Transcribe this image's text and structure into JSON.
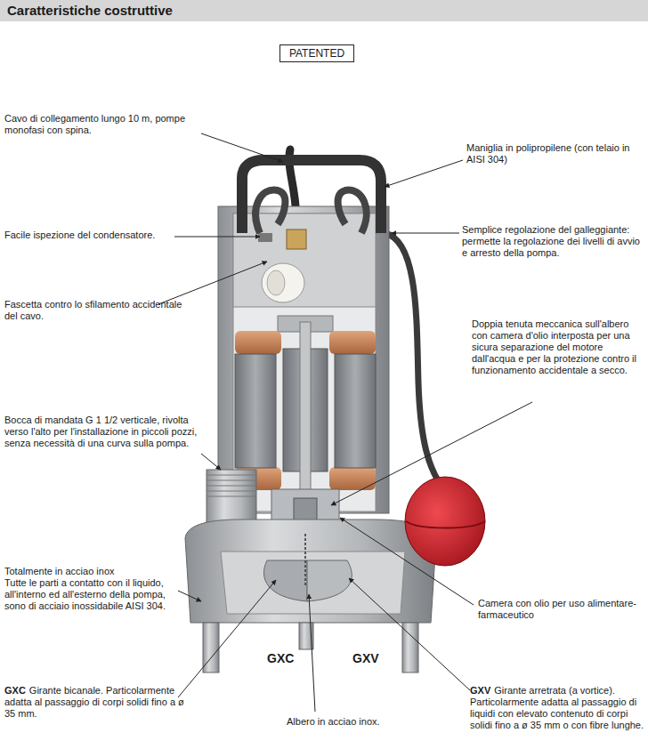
{
  "diagram": {
    "title": "Caratteristiche costruttive",
    "nodes": [
      {
        "text": [
          "PATENTED"
        ]
      }
    ],
    "labels": [
      "Cavo di collegamento lungo 10 m, pompe monofasi con spina.",
      "Maniglia in polipropilene (con telaio in AISI 304)",
      "Facile ispezione del condensatore.",
      "Semplice regolazione del galleggiante: permette la regolazione dei livelli di avvio e arresto della pompa.",
      "Fascetta contro lo sfilamento accidentale del cavo.",
      "Doppia tenuta meccanica sull'albero con camera d'olio interposta per una sicura separazione del motore dall'acqua e per la protezione contro il funzionamento accidentale a secco.",
      "Bocca di mandata G 1 1/2 verticale, rivolta verso l'alto per l'installazione in piccoli pozzi, senza necessità di una curva sulla pompa.",
      "Totalmente in acciao inox",
      "Tutte le parti a contatto con il liquido, all'interno ed all'esterno della pompa, sono di acciaio inossidabile AISI 304.",
      "GXC",
      "GXV",
      "Camera con olio per uso alimentare-farmaceutico",
      "GXC",
      "Girante bicanale. Particolarmente adatta al passaggio di corpi solidi fino a ø 35 mm.",
      "Albero in acciao inox.",
      "GXV",
      "Girante arretrata (a vortice). Particolarmente adatta al passaggio di liquidi con elevato contenuto di corpi solidi fino a ø 35 mm o con fibre lunghe."
    ]
  }
}
